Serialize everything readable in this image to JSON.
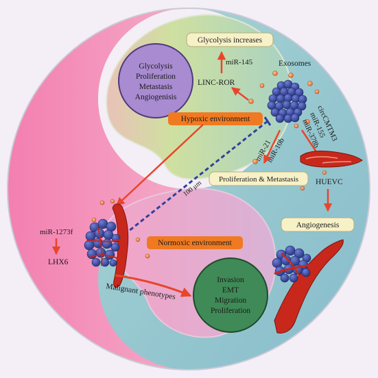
{
  "colors": {
    "background": "#f4eef6",
    "left_half": "#f59dc0",
    "right_half": "#9fcad3",
    "hypoxic_blob": "#c9dc9e",
    "normoxic_blob": "#e2a3c9",
    "arrow_red": "#e8452a",
    "dash_blue": "#2f3f9c",
    "orange_label": "#f07a22",
    "cream_box": "#f7f1c8",
    "purple_circle": "#a88bd0",
    "green_circle": "#3f8a56",
    "tumor": "#4a5bb0",
    "vessel": "#c8281c",
    "exosome": "#ef8b45"
  },
  "texts": {
    "glycolysis_increases": "Glycolysis increases",
    "mir_145": "miR-145",
    "linc_ror": "LINC-ROR",
    "exosomes": "Exosomes",
    "purple_circle_lines": [
      "Glycolysis",
      "Proliferation",
      "Metastasis",
      "Angiogenisis"
    ],
    "hypoxic_env": "Hypoxic environment",
    "normoxic_env": "Normoxic environment",
    "circ_cmtm3": "circCMTM3",
    "mir_155": "miR-155",
    "mir_378b": "miR-378b",
    "mir_21": "miR-21",
    "mir_10b": "miR-10b",
    "prolif_metastasis": "Proliferation & Metastasis",
    "huevc": "HUEVC",
    "angiogenesis": "Angiogenesis",
    "scale_bar": "100 μm",
    "mir_1273f": "miR-1273f",
    "lhx6": "LHX6",
    "malignant_phenotypes": "Malignant phenotypes",
    "green_circle_lines": [
      "Invasion",
      "EMT",
      "Migration",
      "Proliferation"
    ]
  }
}
